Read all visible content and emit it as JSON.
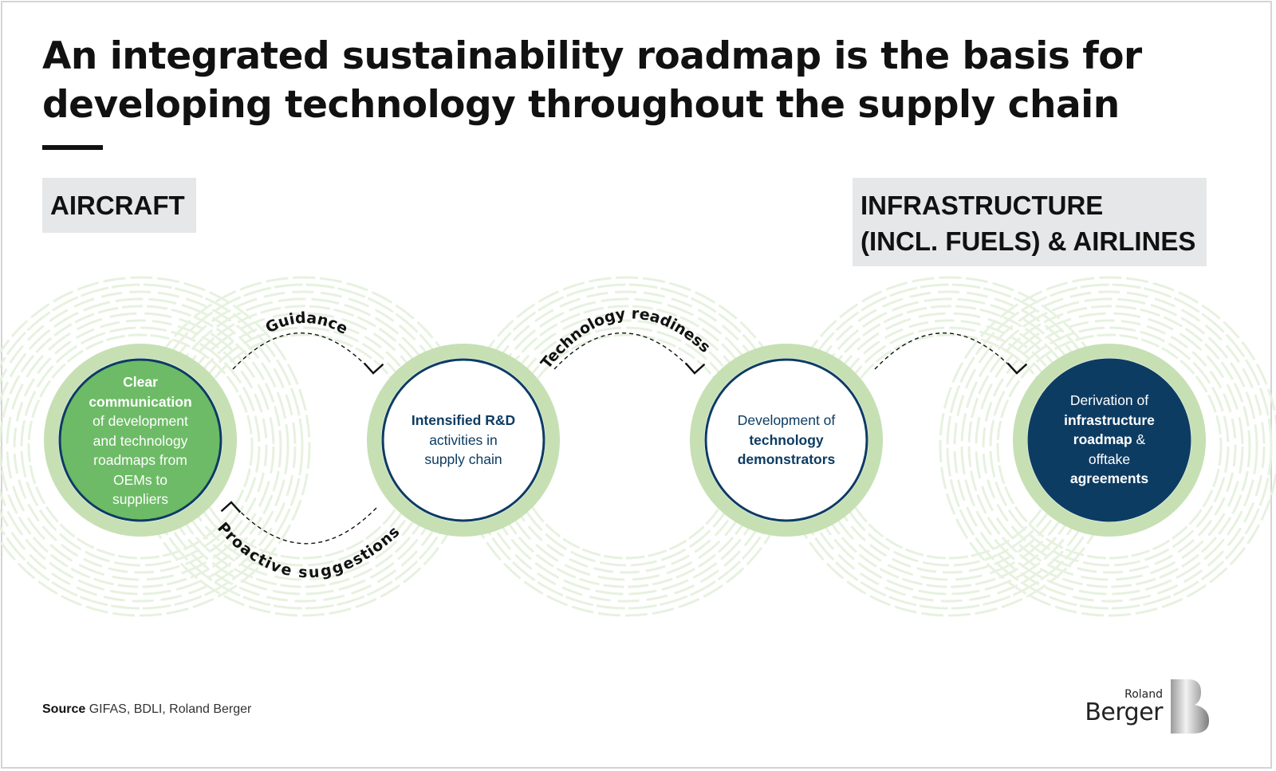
{
  "title": {
    "line1": "An integrated sustainability roadmap is the basis for",
    "line2": "developing technology throughout the supply chain"
  },
  "tags": {
    "left": "AIRCRAFT",
    "right_line1": "INFRASTRUCTURE",
    "right_line2": "(INCL. FUELS) & AIRLINES"
  },
  "arrows": {
    "guidance": "Guidance",
    "technology_readiness": "Technology readiness",
    "proactive_suggestions": "Proactive suggestions"
  },
  "circles": [
    {
      "lines": [
        [
          {
            "t": "Clear",
            "b": true
          }
        ],
        [
          {
            "t": "communication",
            "b": true
          }
        ],
        [
          {
            "t": "of development"
          }
        ],
        [
          {
            "t": "and technology"
          }
        ],
        [
          {
            "t": "roadmaps from"
          }
        ],
        [
          {
            "t": "OEMs to"
          }
        ],
        [
          {
            "t": "suppliers"
          }
        ]
      ]
    },
    {
      "lines": [
        [
          {
            "t": "Intensified R&D",
            "b": true
          }
        ],
        [
          {
            "t": "activities in"
          }
        ],
        [
          {
            "t": "supply chain"
          }
        ]
      ]
    },
    {
      "lines": [
        [
          {
            "t": "Development of"
          }
        ],
        [
          {
            "t": "technology",
            "b": true
          }
        ],
        [
          {
            "t": "demonstrators",
            "b": true
          }
        ]
      ]
    },
    {
      "lines": [
        [
          {
            "t": "Derivation of"
          }
        ],
        [
          {
            "t": "infrastructure",
            "b": true
          }
        ],
        [
          {
            "t": "roadmap",
            "b": true
          },
          {
            "t": " &"
          }
        ],
        [
          {
            "t": "offtake"
          }
        ],
        [
          {
            "t": "agreements",
            "b": true
          }
        ]
      ]
    }
  ],
  "colors": {
    "ring": "#c6e0b4",
    "navy": "#0d3c63",
    "green": "#6dbb66",
    "faint": "#e6f2df"
  },
  "source": {
    "label": "Source",
    "text": "GIFAS, BDLI, Roland Berger"
  },
  "logo": {
    "line1": "Roland",
    "line2": "Berger",
    "mark": "B"
  }
}
